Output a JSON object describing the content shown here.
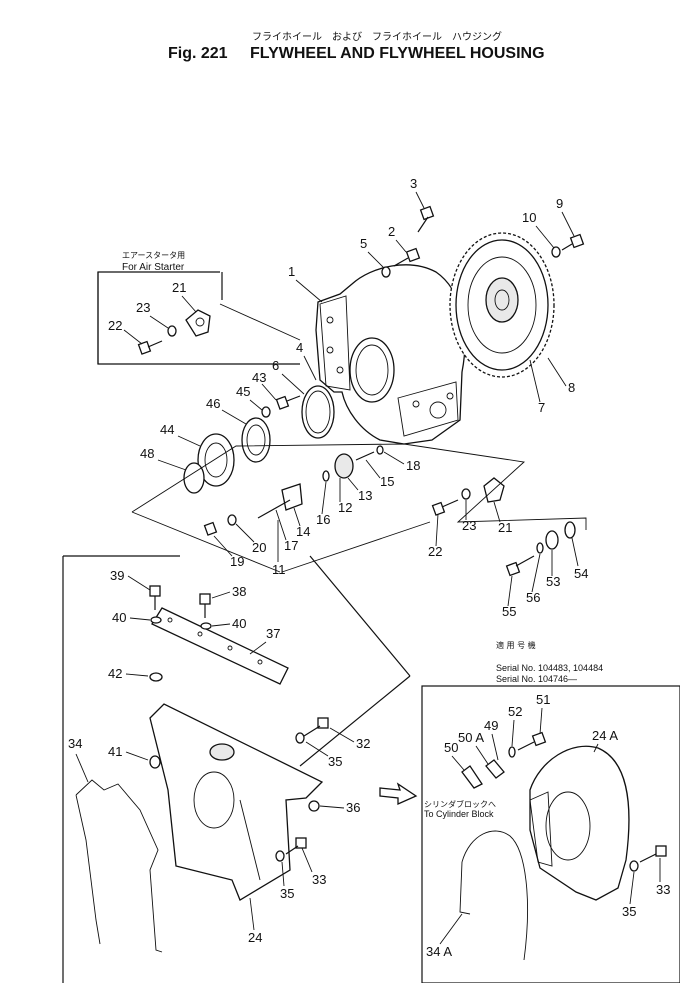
{
  "header": {
    "title_jp": "フライホイール　および　フライホイール　ハウジング",
    "fig_label": "Fig. 221",
    "title_en": "FLYWHEEL AND FLYWHEEL HOUSING"
  },
  "inset_air_starter": {
    "label_jp": "エアースタータ用",
    "label_en": "For Air Starter"
  },
  "serial_note": {
    "label_jp": "適 用 号 機",
    "line1": "Serial No. 104483, 104484",
    "line2": "Serial No. 104746—"
  },
  "cylinder_note": {
    "label_jp": "シリンダブロックへ",
    "label_en": "To Cylinder Block"
  },
  "callouts": {
    "c1": "1",
    "c2": "2",
    "c3": "3",
    "c4": "4",
    "c5": "5",
    "c6": "6",
    "c7": "7",
    "c8": "8",
    "c9": "9",
    "c10": "10",
    "c11": "11",
    "c12": "12",
    "c13": "13",
    "c14": "14",
    "c15": "15",
    "c16": "16",
    "c17": "17",
    "c18": "18",
    "c19": "19",
    "c20": "20",
    "c21a": "21",
    "c21b": "21",
    "c22a": "22",
    "c22b": "22",
    "c23a": "23",
    "c23b": "23",
    "c24": "24",
    "c24a": "24 A",
    "c32": "32",
    "c33a": "33",
    "c33b": "33",
    "c34": "34",
    "c34a": "34 A",
    "c35a": "35",
    "c35b": "35",
    "c35c": "35",
    "c36": "36",
    "c37": "37",
    "c38": "38",
    "c39": "39",
    "c40a": "40",
    "c40b": "40",
    "c41": "41",
    "c42": "42",
    "c43": "43",
    "c44": "44",
    "c45": "45",
    "c46": "46",
    "c48": "48",
    "c49": "49",
    "c50": "50",
    "c50a": "50 A",
    "c51": "51",
    "c52": "52",
    "c53": "53",
    "c54": "54",
    "c55": "55",
    "c56": "56"
  }
}
